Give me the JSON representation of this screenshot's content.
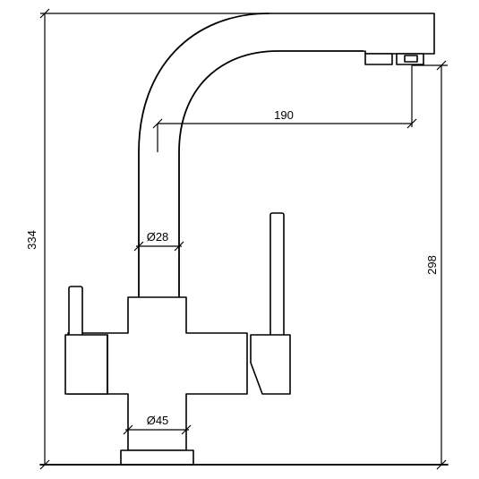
{
  "dimensions": {
    "total_height": "334",
    "spout_height": "298",
    "reach": "190",
    "spout_diameter": "Ø28",
    "base_diameter": "Ø45"
  }
}
